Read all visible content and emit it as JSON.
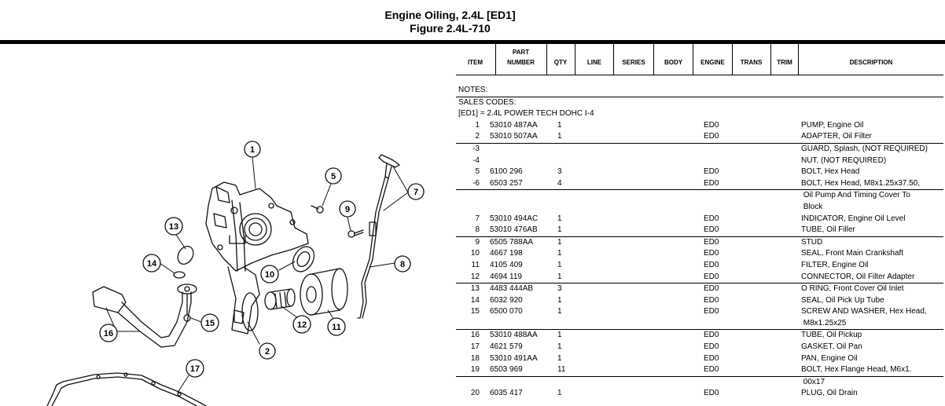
{
  "header": {
    "title": "Engine Oiling, 2.4L [ED1]",
    "figure": "Figure 2.4L-710"
  },
  "columns": [
    {
      "key": "item",
      "line1": "",
      "line2": "ITEM"
    },
    {
      "key": "part",
      "line1": "PART",
      "line2": "NUMBER"
    },
    {
      "key": "qty",
      "line1": "",
      "line2": "QTY"
    },
    {
      "key": "line",
      "line1": "",
      "line2": "LINE"
    },
    {
      "key": "series",
      "line1": "",
      "line2": "SERIES"
    },
    {
      "key": "body",
      "line1": "",
      "line2": "BODY"
    },
    {
      "key": "engine",
      "line1": "",
      "line2": "ENGINE"
    },
    {
      "key": "trans",
      "line1": "",
      "line2": "TRANS"
    },
    {
      "key": "trim",
      "line1": "",
      "line2": "TRIM"
    },
    {
      "key": "description",
      "line1": "",
      "line2": "DESCRIPTION"
    }
  ],
  "notes": {
    "notes_label": "NOTES:",
    "sales_codes_label": "SALES CODES:",
    "sales_code": "[ED1] = 2.4L POWER TECH DOHC I-4"
  },
  "rows": [
    {
      "item": "1",
      "part": "53010 487AA",
      "qty": "1",
      "engine": "ED0",
      "desc": [
        "PUMP, Engine Oil"
      ]
    },
    {
      "item": "2",
      "part": "53010 507AA",
      "qty": "1",
      "engine": "ED0",
      "desc": [
        "ADAPTER, Oil Filter"
      ]
    },
    {
      "item": "-3",
      "part": "",
      "qty": "",
      "engine": "",
      "desc": [
        "GUARD, Splash, (NOT REQUIRED)"
      ],
      "divider": true
    },
    {
      "item": "-4",
      "part": "",
      "qty": "",
      "engine": "",
      "desc": [
        "NUT, (NOT REQUIRED)"
      ]
    },
    {
      "item": "5",
      "part": "6100 296",
      "qty": "3",
      "engine": "ED0",
      "desc": [
        "BOLT, Hex Head"
      ]
    },
    {
      "item": "-6",
      "part": "6503 257",
      "qty": "4",
      "engine": "ED0",
      "desc": [
        "BOLT, Hex Head, M8x1.25x37.50,",
        " Oil Pump And Timing Cover To",
        " Block"
      ],
      "divider_after_first": true
    },
    {
      "item": "7",
      "part": "53010 494AC",
      "qty": "1",
      "engine": "ED0",
      "desc": [
        "INDICATOR, Engine Oil Level"
      ]
    },
    {
      "item": "8",
      "part": "53010 476AB",
      "qty": "1",
      "engine": "ED0",
      "desc": [
        "TUBE, Oil Filler"
      ]
    },
    {
      "item": "9",
      "part": "6505 788AA",
      "qty": "1",
      "engine": "ED0",
      "desc": [
        "STUD"
      ],
      "divider": true
    },
    {
      "item": "10",
      "part": "4667 198",
      "qty": "1",
      "engine": "ED0",
      "desc": [
        "SEAL, Front Main Crankshaft"
      ]
    },
    {
      "item": "11",
      "part": "4105 409",
      "qty": "1",
      "engine": "ED0",
      "desc": [
        "FILTER, Engine Oil"
      ]
    },
    {
      "item": "12",
      "part": "4694 119",
      "qty": "1",
      "engine": "ED0",
      "desc": [
        "CONNECTOR, Oil Filter Adapter"
      ]
    },
    {
      "item": "13",
      "part": "4483 444AB",
      "qty": "3",
      "engine": "ED0",
      "desc": [
        "O RING, Front Cover Oil Inlet"
      ],
      "divider": true
    },
    {
      "item": "14",
      "part": "6032 920",
      "qty": "1",
      "engine": "ED0",
      "desc": [
        "SEAL, Oil Pick Up Tube"
      ]
    },
    {
      "item": "15",
      "part": "6500 070",
      "qty": "1",
      "engine": "ED0",
      "desc": [
        "SCREW AND WASHER, Hex Head,",
        " M8x1.25x25"
      ]
    },
    {
      "item": "16",
      "part": "53010 488AA",
      "qty": "1",
      "engine": "ED0",
      "desc": [
        "TUBE, Oil Pickup"
      ],
      "divider": true
    },
    {
      "item": "17",
      "part": "4621 579",
      "qty": "1",
      "engine": "ED0",
      "desc": [
        "GASKET, Oil Pan"
      ]
    },
    {
      "item": "18",
      "part": "53010 491AA",
      "qty": "1",
      "engine": "ED0",
      "desc": [
        "PAN, Engine Oil"
      ]
    },
    {
      "item": "19",
      "part": "6503 969",
      "qty": "11",
      "engine": "ED0",
      "desc": [
        "BOLT, Hex Flange Head, M6x1.",
        " 00x17"
      ],
      "divider_after_first": true
    },
    {
      "item": "20",
      "part": "6035 417",
      "qty": "1",
      "engine": "ED0",
      "desc": [
        "PLUG, Oil Drain"
      ]
    }
  ],
  "callouts": [
    "1",
    "2",
    "5",
    "7",
    "8",
    "9",
    "10",
    "11",
    "12",
    "13",
    "14",
    "15",
    "16",
    "17"
  ]
}
